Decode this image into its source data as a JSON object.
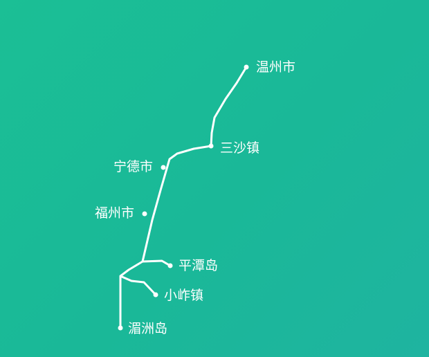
{
  "map": {
    "background": "#1bbb96",
    "line_color": "#ffffff",
    "places": [
      {
        "id": "wenzhou",
        "label": "温州市"
      },
      {
        "id": "sansha",
        "label": "三沙镇"
      },
      {
        "id": "ningde",
        "label": "宁德市"
      },
      {
        "id": "fuzhou",
        "label": "福州市"
      },
      {
        "id": "pingtan",
        "label": "平潭岛"
      },
      {
        "id": "xiaozuo",
        "label": "小岞镇"
      },
      {
        "id": "meizhou",
        "label": "湄洲岛"
      }
    ]
  }
}
